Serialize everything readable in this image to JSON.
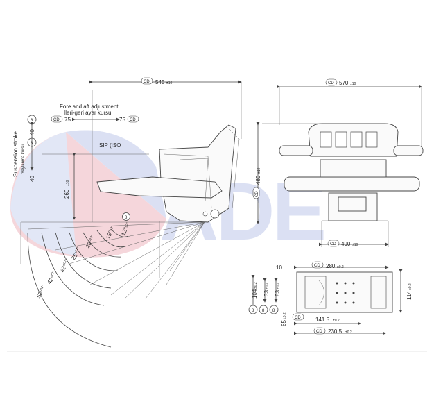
{
  "brand": {
    "watermark": "ADE",
    "colors": {
      "watermark_red": "#f2c9cf",
      "watermark_blue": "#cfd6ef",
      "line": "#444444"
    }
  },
  "side_view": {
    "width_label": "545",
    "width_tol": "±10",
    "fore_aft_title_en": "Fore and aft adjustment",
    "fore_aft_title_tr": "İleri-geri ayar kursu",
    "fore_aft_left": "75",
    "fore_aft_right": "75",
    "suspension_en": "Suspension stroke",
    "suspension_tr": "Yaylanma kursu",
    "stroke_up": "40",
    "stroke_down": "40",
    "sip_label": "SIP (ISO",
    "height_label": "260",
    "height_tol": "±10",
    "badge_numbers": [
      "8",
      "8",
      "8"
    ],
    "angles": [
      {
        "value": "12°",
        "tol": "±2°"
      },
      {
        "value": "15°",
        "tol": "±2°"
      },
      {
        "value": "20°",
        "tol": "±2°"
      },
      {
        "value": "25°",
        "tol": "±2°"
      },
      {
        "value": "32°",
        "tol": "±2°"
      },
      {
        "value": "42°",
        "tol": "±2°"
      },
      {
        "value": "53°",
        "tol": "±2°"
      }
    ]
  },
  "front_view": {
    "width_label": "570",
    "width_tol": "±10",
    "height_label": "480",
    "height_tol": "±10",
    "bottom_label": "490",
    "bottom_tol": "±10"
  },
  "base_plate": {
    "offset": "10",
    "width_label": "280",
    "width_tol": "±0.2",
    "vertical_dims": [
      {
        "value": "104",
        "tol": "±0.2"
      },
      {
        "value": "33",
        "tol": "±0.2"
      },
      {
        "value": "83",
        "tol": "±0.2"
      }
    ],
    "side_label": "114",
    "side_tol": "±0.2",
    "bottom_left": "65",
    "bottom_left_tol": "±0.2",
    "mid_label": "141.5",
    "mid_tol": "±0.2",
    "overall_label": "230.5",
    "overall_tol": "±0.2",
    "badges": [
      "8",
      "8",
      "8"
    ]
  },
  "cd_tag": "CD"
}
